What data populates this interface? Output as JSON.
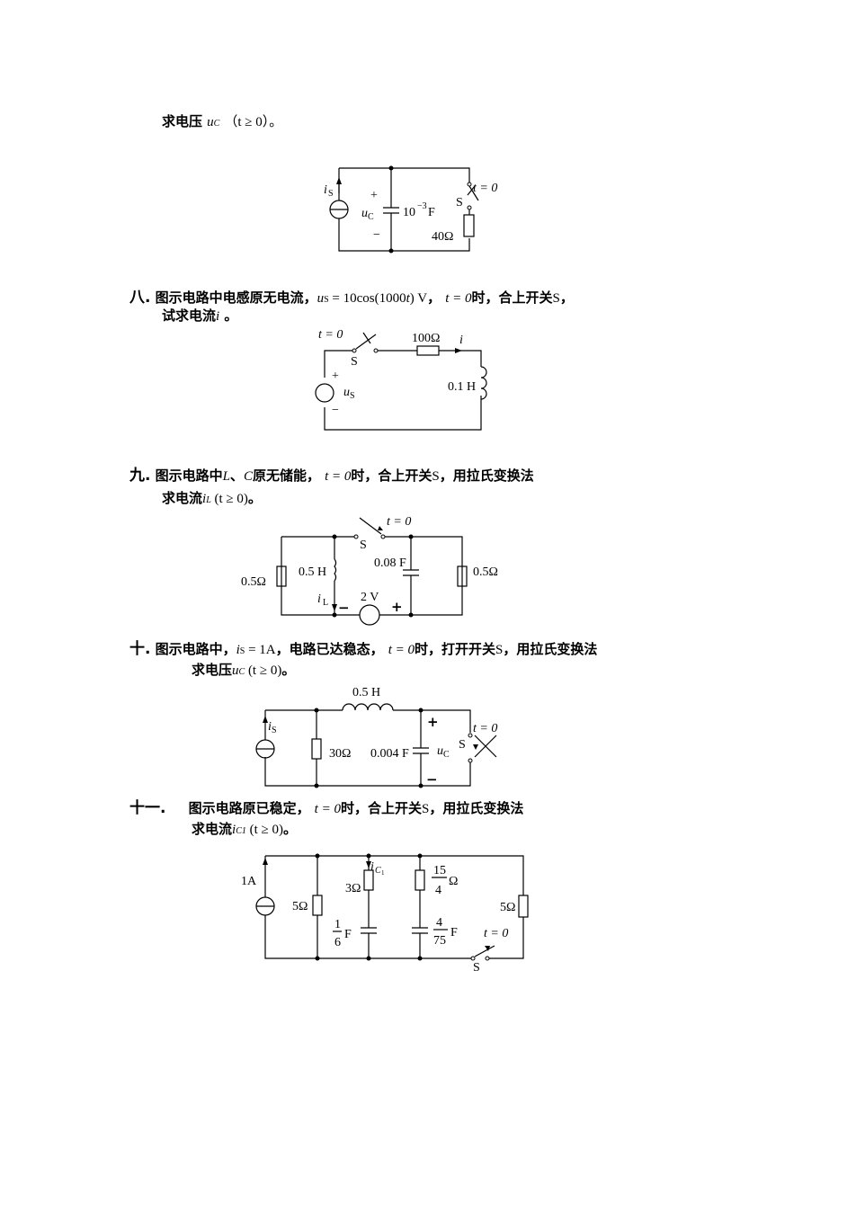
{
  "p7": {
    "line": "求电压",
    "var": "u",
    "sub": "C",
    "cond": "（t ≥ 0）。",
    "circuit": {
      "is": "i",
      "is_sub": "S",
      "plus": "+",
      "minus": "−",
      "uc": "u",
      "uc_sub": "C",
      "cap": "10",
      "cap_exp": "−3",
      "cap_unit": " F",
      "sw": "S",
      "t0": "t = 0",
      "res": "40Ω"
    }
  },
  "p8": {
    "num": "八.",
    "line1a": "图示电路中电感原无电流，",
    "us": "u",
    "us_sub": "S",
    "us_eq": " = 10cos(1000",
    "us_t": "t",
    "us_end": ") V",
    "sep": "，",
    "t0": "t = 0",
    "line1b": "时，合上开关",
    "S": "S",
    "line1c": "，",
    "line2": "试求电流",
    "i": "i",
    "line2end": " 。",
    "circuit": {
      "t0": "t = 0",
      "sw": "S",
      "res": "100Ω",
      "i": "i",
      "plus": "+",
      "minus": "−",
      "us": "u",
      "us_sub": "S",
      "ind": "0.1 H"
    }
  },
  "p9": {
    "num": "九.",
    "line1a": "图示电路中",
    "L": "L",
    "sep": "、",
    "C": "C",
    "line1b": "原无储能，",
    "t0": "t = 0",
    "line1c": "时，合上开关",
    "S": "S",
    "line1d": "，用拉氏变换法",
    "line2": "求电流",
    "iL": "i",
    "iL_sub": "L",
    "cond": " (t ≥ 0)",
    "end": "。",
    "circuit": {
      "t0": "t = 0",
      "sw": "S",
      "r1": "0.5Ω",
      "ind": "0.5 H",
      "cap": "0.08 F",
      "r2": "0.5Ω",
      "iL": "i",
      "iL_sub": "L",
      "src": "2 V",
      "minus": "−",
      "plus": "+"
    }
  },
  "p10": {
    "num": "十.",
    "line1a": "图示电路中，",
    "is": "i",
    "is_sub": "S",
    "is_eq": " = 1A",
    "line1b": "，电路已达稳态，",
    "t0": "t = 0",
    "line1c": "时，打开开关",
    "S": "S",
    "line1d": "，用拉氏变换法",
    "line2": "求电压",
    "uC": "u",
    "uC_sub": "C",
    "cond": " (t ≥ 0)",
    "end": "。",
    "circuit": {
      "ind": "0.5 H",
      "is": "i",
      "is_sub": "S",
      "res": "30Ω",
      "cap": "0.004 F",
      "uC": "u",
      "uC_sub": "C",
      "plus": "+",
      "minus": "−",
      "sw": "S",
      "t0": "t = 0"
    }
  },
  "p11": {
    "num": "十一.",
    "line1a": "图示电路原已稳定，",
    "t0": "t = 0",
    "line1b": "时，合上开关",
    "S": "S",
    "line1c": "，用拉氏变换法",
    "line2": "求电流",
    "iC1": "i",
    "iC1_sub": "C1",
    "cond": " (t ≥ 0)",
    "end": "。",
    "circuit": {
      "src": "1A",
      "r1": "5Ω",
      "r2": "3Ω",
      "ic": "i",
      "ic_sub": "C",
      "ic_sub2": "1",
      "r3_num": "15",
      "r3_den": "4",
      "r3_unit": "Ω",
      "c1_num": "1",
      "c1_den": "6",
      "c1_unit": "F",
      "c2_num": "4",
      "c2_den": "75",
      "c2_unit": "F",
      "r4": "5Ω",
      "t0": "t = 0",
      "sw": "S"
    }
  }
}
